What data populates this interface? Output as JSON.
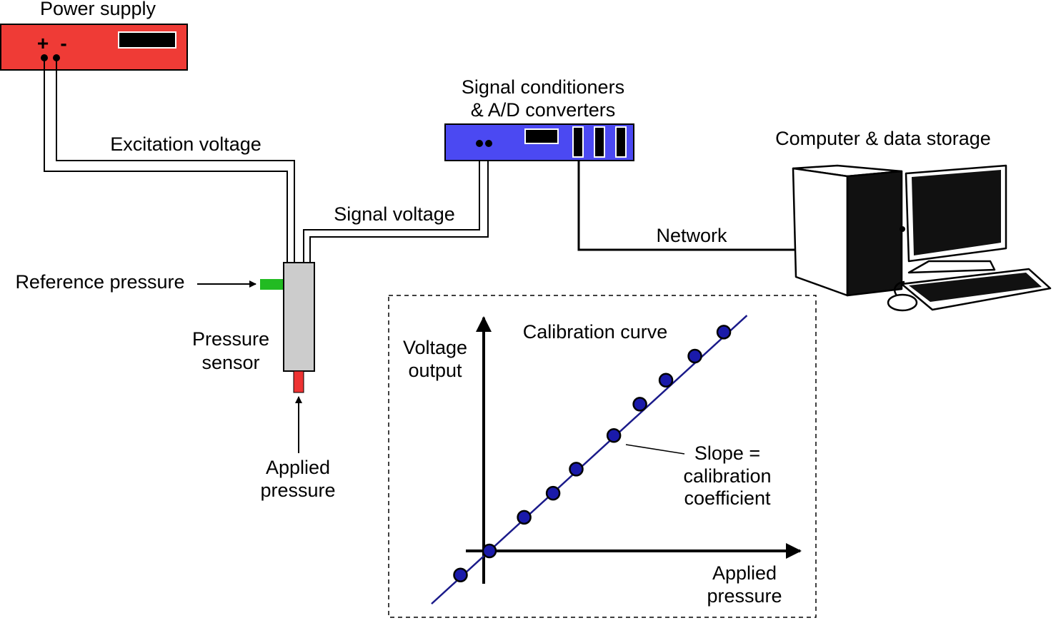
{
  "labels": {
    "power_supply": "Power supply",
    "plus": "+",
    "minus": "-",
    "excitation_voltage": "Excitation voltage",
    "signal_voltage": "Signal voltage",
    "signal_conditioners_line1": "Signal conditioners",
    "signal_conditioners_line2": "& A/D converters",
    "computer": "Computer & data storage",
    "network": "Network",
    "reference_pressure": "Reference pressure",
    "pressure_sensor_line1": "Pressure",
    "pressure_sensor_line2": "sensor",
    "applied_pressure_line1": "Applied",
    "applied_pressure_line2": "pressure"
  },
  "colors": {
    "power_supply": "#ef3b36",
    "signal_box": "#4b49f2",
    "sensor_body": "#cccccc",
    "reference_port": "#22bb22",
    "applied_port": "#ee3333",
    "data_point": "#1a1aaa",
    "fit_line": "#1a1a8a"
  },
  "chart_data": {
    "type": "scatter",
    "title": "Calibration curve",
    "xlabel_line1": "Applied",
    "xlabel_line2": "pressure",
    "ylabel_line1": "Voltage",
    "ylabel_line2": "output",
    "annotation_line1": "Slope =",
    "annotation_line2": "calibration",
    "annotation_line3": "coefficient",
    "xlim": [
      -1,
      10
    ],
    "ylim": [
      -1,
      10
    ],
    "points": [
      {
        "x": -1.0,
        "y": -1.0
      },
      {
        "x": 0.0,
        "y": 0.0
      },
      {
        "x": 1.2,
        "y": 1.4
      },
      {
        "x": 2.2,
        "y": 2.4
      },
      {
        "x": 3.0,
        "y": 3.4
      },
      {
        "x": 4.3,
        "y": 4.8
      },
      {
        "x": 5.2,
        "y": 6.1
      },
      {
        "x": 6.1,
        "y": 7.1
      },
      {
        "x": 7.1,
        "y": 8.1
      },
      {
        "x": 8.1,
        "y": 9.1
      }
    ],
    "fit": {
      "slope": 1.1,
      "intercept": 0
    }
  }
}
